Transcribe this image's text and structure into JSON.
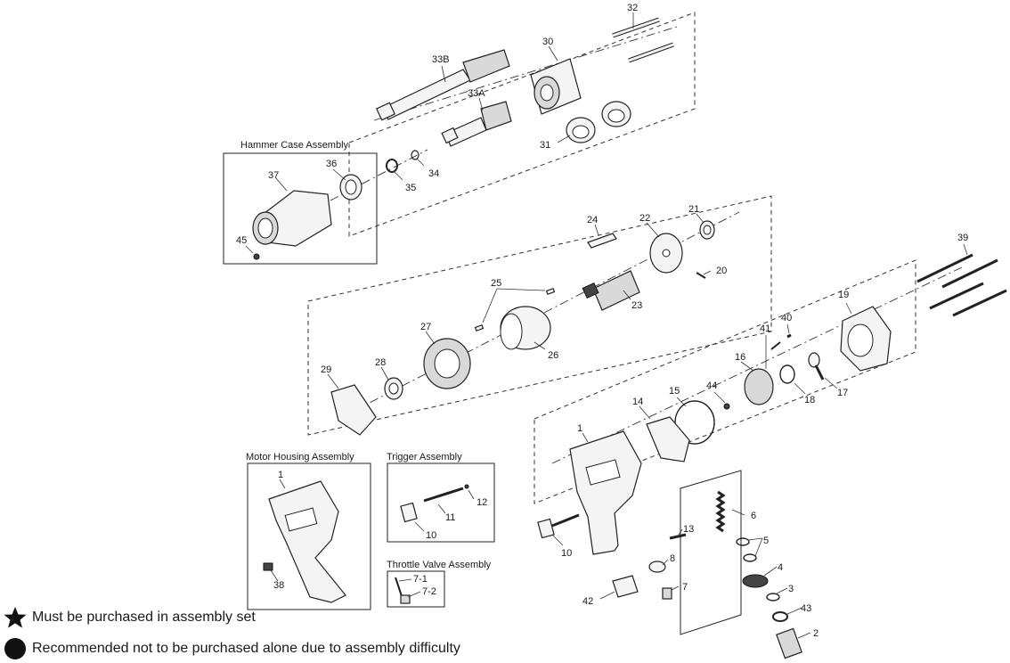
{
  "assemblies": {
    "hammer_case": "Hammer Case Assembly",
    "motor_housing": "Motor Housing Assembly",
    "trigger": "Trigger Assembly",
    "throttle_valve": "Throttle Valve Assembly"
  },
  "parts": {
    "p32": "32",
    "p33b": "33B",
    "p30": "30",
    "p33a": "33A",
    "p31": "31",
    "p34": "34",
    "p35": "35",
    "p36": "36",
    "p37": "37",
    "p45": "45",
    "p24": "24",
    "p22": "22",
    "p21": "21",
    "p20": "20",
    "p23": "23",
    "p25": "25",
    "p26": "26",
    "p27": "27",
    "p28": "28",
    "p29": "29",
    "p39": "39",
    "p19": "19",
    "p40": "40",
    "p41": "41",
    "p16": "16",
    "p18": "18",
    "p17": "17",
    "p44": "44",
    "p15": "15",
    "p14": "14",
    "p1a": "1",
    "p1b": "1",
    "p6": "6",
    "p5": "5",
    "p4": "4",
    "p3": "3",
    "p43": "43",
    "p2": "2",
    "p13": "13",
    "p10a": "10",
    "p10b": "10",
    "p8": "8",
    "p7": "7",
    "p42": "42",
    "p11": "11",
    "p12": "12",
    "p71": "7-1",
    "p72": "7-2",
    "p38": "38"
  },
  "legend": {
    "star": "Must be purchased in assembly set",
    "circle": "Recommended not to be purchased alone due to assembly difficulty"
  }
}
